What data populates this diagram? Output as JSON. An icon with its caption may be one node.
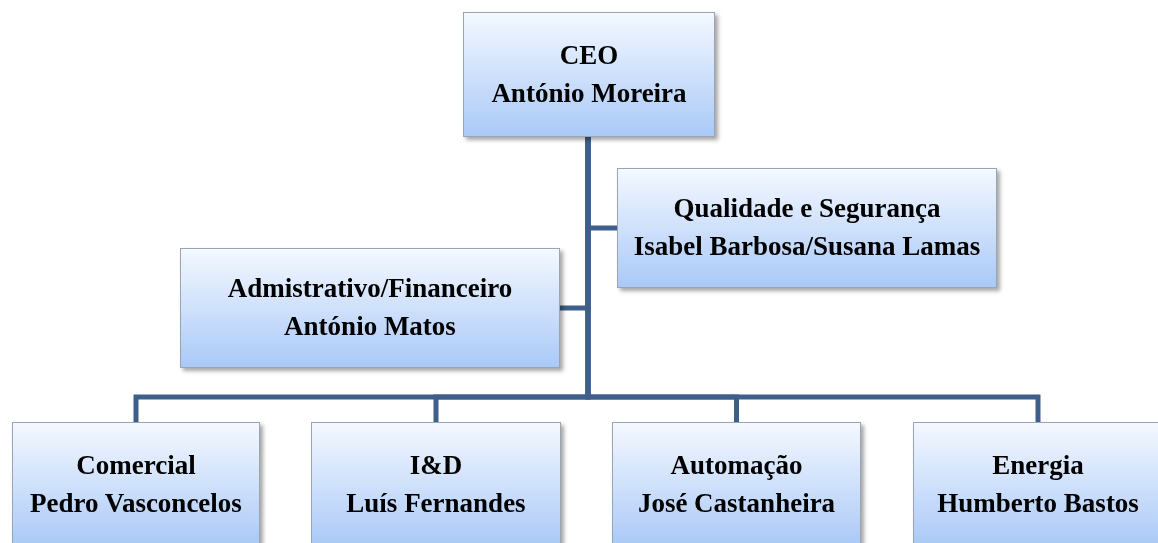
{
  "diagram": {
    "nodes": [
      {
        "text": [
          "CEO",
          "António Moreira"
        ]
      },
      {
        "text": [
          "Qualidade e Segurança",
          "Isabel Barbosa/Susana Lamas"
        ]
      },
      {
        "text": [
          "Admistrativo/Financeiro",
          "António Matos"
        ]
      },
      {
        "text": [
          "Comercial",
          "Pedro Vasconcelos"
        ]
      },
      {
        "text": [
          "I&D",
          "Luís Fernandes"
        ]
      },
      {
        "text": [
          "Automação",
          "José Castanheira"
        ]
      },
      {
        "text": [
          "Energia",
          "Humberto Bastos"
        ]
      }
    ],
    "edges": [
      {
        "from": 0,
        "to": 1,
        "arrow": "none"
      },
      {
        "from": 0,
        "to": 2,
        "arrow": "none"
      },
      {
        "from": 0,
        "to": 3,
        "arrow": "none"
      },
      {
        "from": 0,
        "to": 4,
        "arrow": "none"
      },
      {
        "from": 0,
        "to": 5,
        "arrow": "none"
      },
      {
        "from": 0,
        "to": 6,
        "arrow": "none"
      }
    ]
  }
}
